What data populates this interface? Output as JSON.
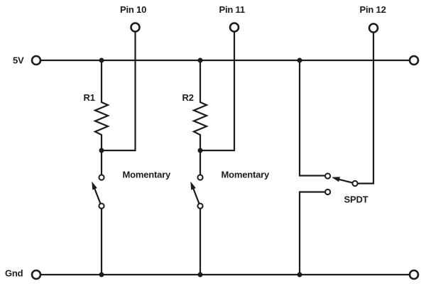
{
  "diagram": {
    "title": "pullup-switch-schematic",
    "background_color": "#ffffff",
    "line_color": "#1c1c1c",
    "power_rail_label": "5V",
    "ground_rail_label": "Gnd",
    "pins": [
      {
        "label": "Pin 10"
      },
      {
        "label": "Pin 11"
      },
      {
        "label": "Pin 12"
      }
    ],
    "resistors": [
      {
        "label": "R1"
      },
      {
        "label": "R2"
      }
    ],
    "switches": [
      {
        "type_label": "Momentary"
      },
      {
        "type_label": "Momentary"
      },
      {
        "type_label": "SPDT"
      }
    ]
  }
}
